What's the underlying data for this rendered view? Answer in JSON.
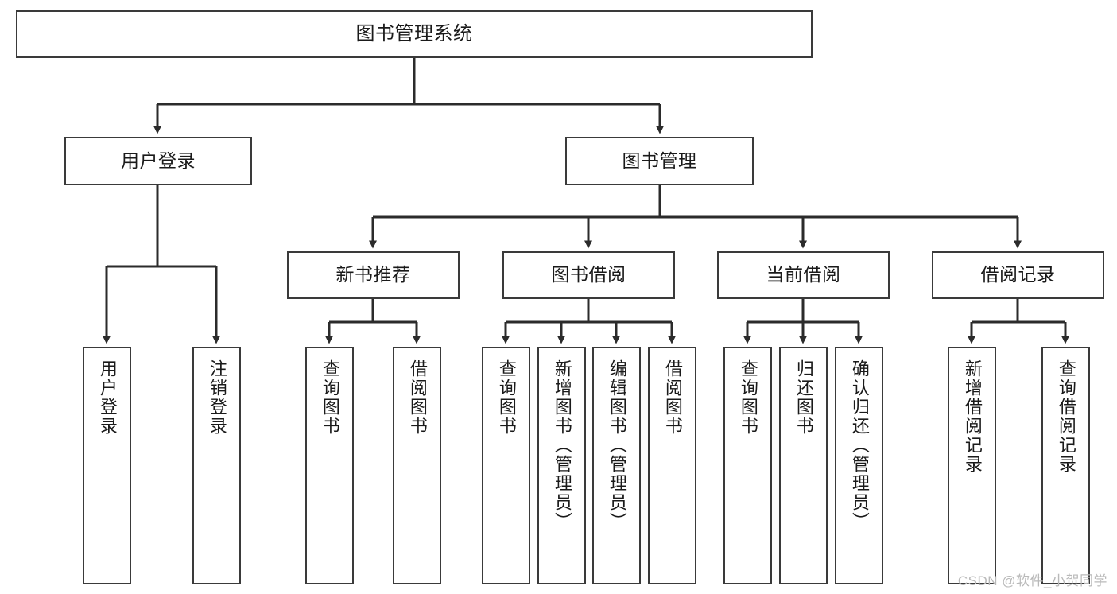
{
  "diagram": {
    "title": "图书管理系统",
    "type": "tree-hierarchy-functional-structure",
    "watermark": "CSDN @软件_小贺同学",
    "colors": {
      "box_border": "#3a3a3a",
      "box_fill": "#ffffff",
      "connector": "#2b2b2b",
      "text": "#1a1a1a",
      "watermark": "#b9b9b9",
      "background": "#ffffff"
    },
    "root": {
      "label": "图书管理系统"
    },
    "level2": [
      {
        "label": "用户登录"
      },
      {
        "label": "图书管理"
      }
    ],
    "level3": [
      {
        "label": "新书推荐"
      },
      {
        "label": "图书借阅"
      },
      {
        "label": "当前借阅"
      },
      {
        "label": "借阅记录"
      }
    ],
    "leaves": {
      "user_login": [
        {
          "label": "用户登录"
        },
        {
          "label": "注销登录"
        }
      ],
      "new_book_recommend": [
        {
          "label": "查询图书"
        },
        {
          "label": "借阅图书"
        }
      ],
      "book_borrow": [
        {
          "label": "查询图书"
        },
        {
          "label": "新增图书（管理员）"
        },
        {
          "label": "编辑图书（管理员）"
        },
        {
          "label": "借阅图书"
        }
      ],
      "current_borrow": [
        {
          "label": "查询图书"
        },
        {
          "label": "归还图书"
        },
        {
          "label": "确认归还（管理员）"
        }
      ],
      "borrow_record": [
        {
          "label": "新增借阅记录"
        },
        {
          "label": "查询借阅记录"
        }
      ]
    }
  }
}
